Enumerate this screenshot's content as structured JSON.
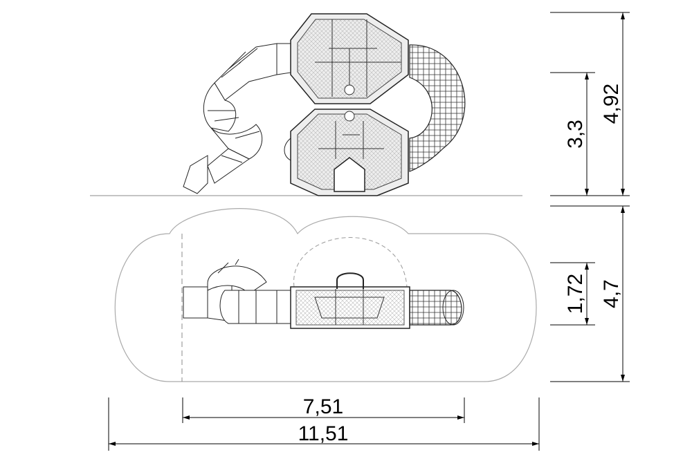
{
  "dimensions": {
    "height_total": "4,92",
    "height_platform": "3,3",
    "width_total_y": "4,7",
    "width_equipment_y": "1,72",
    "length_equipment": "7,51",
    "length_total": "11,51"
  }
}
